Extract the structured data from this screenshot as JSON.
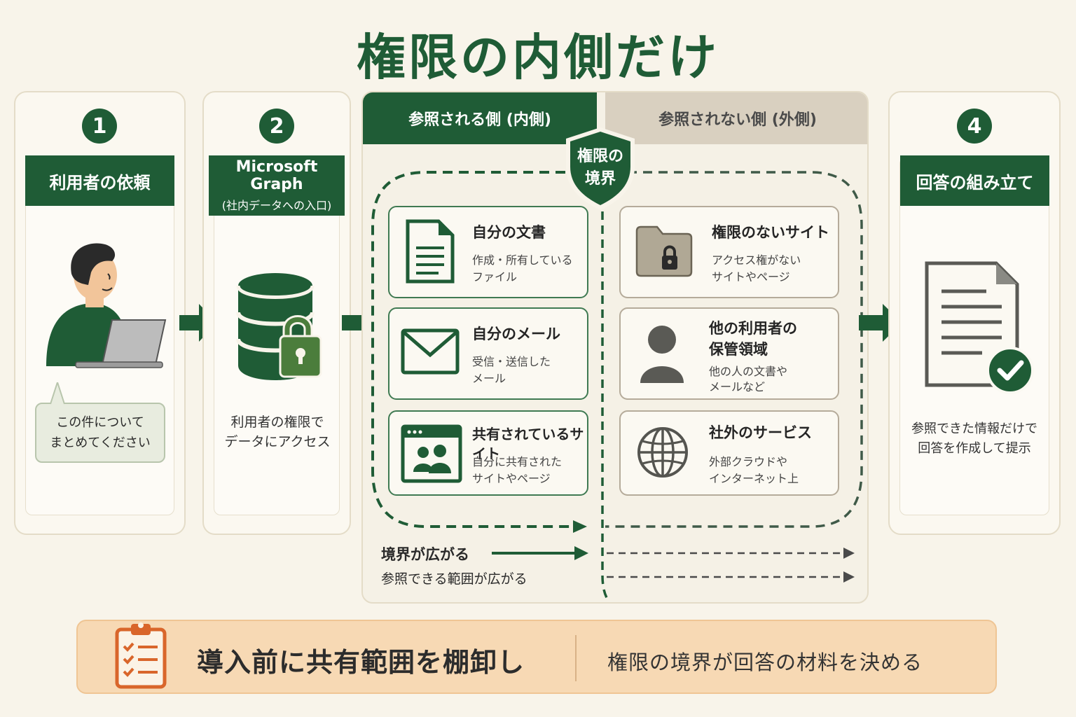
{
  "title": "権限の内側だけ",
  "step1": {
    "number": "1",
    "header": "利用者の依頼",
    "bubble_line1": "この件について",
    "bubble_line2": "まとめてください"
  },
  "step2": {
    "number": "2",
    "header": "Microsoft Graph",
    "header_sub": "(社内データへの入口)",
    "desc_line1": "利用者の権限で",
    "desc_line2": "データにアクセス"
  },
  "inside": {
    "header": "参照される側 (内側)",
    "cards": [
      {
        "title": "自分の文書",
        "desc1": "作成・所有している",
        "desc2": "ファイル"
      },
      {
        "title": "自分のメール",
        "desc1": "受信・送信した",
        "desc2": "メール"
      },
      {
        "title": "共有されているサイト",
        "desc1": "自分に共有された",
        "desc2": "サイトやページ"
      }
    ]
  },
  "outside": {
    "header": "参照されない側 (外側)",
    "cards": [
      {
        "title": "権限のないサイト",
        "desc1": "アクセス権がない",
        "desc2": "サイトやページ"
      },
      {
        "title": "他の利用者の",
        "title2": "保管領域",
        "desc1": "他の人の文書や",
        "desc2": "メールなど"
      },
      {
        "title": "社外のサービス",
        "desc1": "外部クラウドや",
        "desc2": "インターネット上"
      }
    ]
  },
  "boundary": {
    "line1": "権限の",
    "line2": "境界"
  },
  "legend": {
    "line1": "境界が広がる",
    "line2": "参照できる範囲が広がる"
  },
  "step4": {
    "number": "4",
    "header": "回答の組み立て",
    "desc_line1": "参照できた情報だけで",
    "desc_line2": "回答を作成して提示"
  },
  "bottom": {
    "main": "導入前に共有範囲を棚卸し",
    "sub": "権限の境界が回答の材料を決める"
  },
  "colors": {
    "primary_green": "#1f5c36",
    "beige": "#d9d0c0",
    "orange_panel": "#f7d9b4",
    "orange_icon": "#d9662b"
  }
}
